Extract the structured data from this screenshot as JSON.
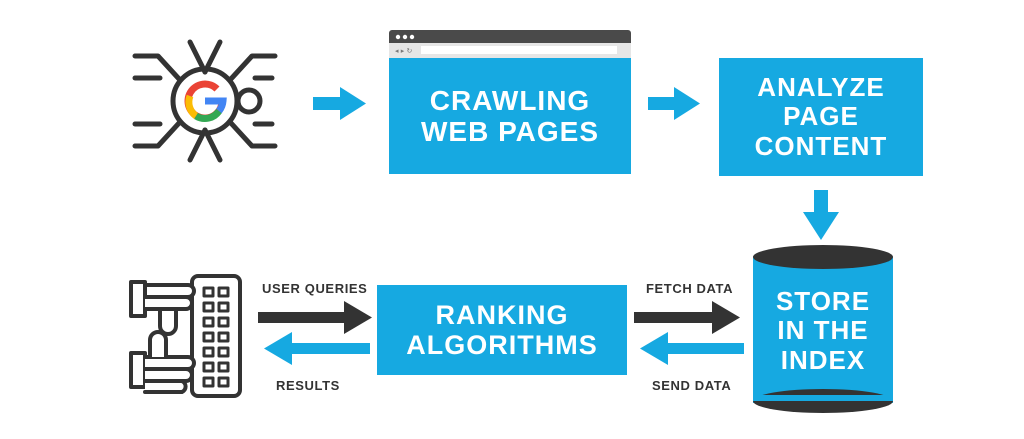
{
  "colors": {
    "accent": "#16a9e1",
    "dark": "#333333",
    "browser_bar": "#4a4a4a"
  },
  "steps": {
    "crawl": "CRAWLING\nWEB PAGES",
    "analyze": "ANALYZE\nPAGE\nCONTENT",
    "index": "STORE\nIN THE\nINDEX",
    "ranking": "RANKING\nALGORITHMS"
  },
  "flows": {
    "user_queries": "USER QUERIES",
    "results": "RESULTS",
    "fetch_data": "FETCH DATA",
    "send_data": "SEND DATA"
  },
  "icons": {
    "crawler": "google-spider-bot-icon",
    "user": "hands-on-keyboard-icon",
    "browser": "browser-window-icon"
  }
}
